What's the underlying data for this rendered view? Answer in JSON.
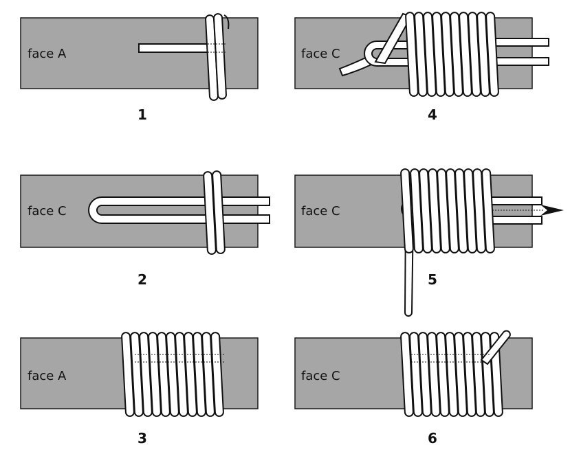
{
  "colors": {
    "panel_fill": "#a6a6a6",
    "panel_stroke": "#1a1a1a",
    "cord_fill": "#ffffff",
    "cord_stroke": "#111111"
  },
  "panels": [
    {
      "step": "1",
      "face": "face A"
    },
    {
      "step": "2",
      "face": "face C"
    },
    {
      "step": "3",
      "face": "face A"
    },
    {
      "step": "4",
      "face": "face C"
    },
    {
      "step": "5",
      "face": "face C"
    },
    {
      "step": "6",
      "face": "face C"
    }
  ]
}
